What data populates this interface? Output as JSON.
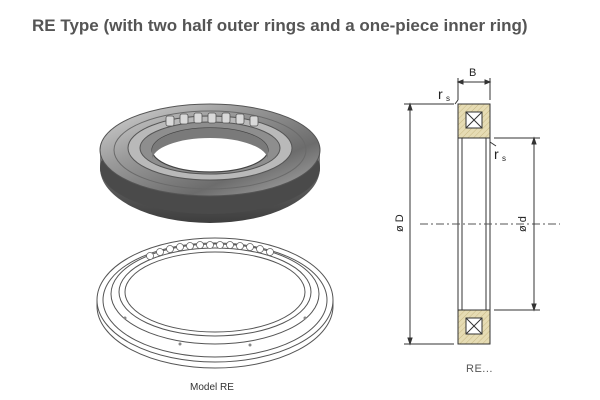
{
  "heading": {
    "title": "RE Type (with two half outer rings and a one-piece inner ring)"
  },
  "figures": {
    "caption": "Model RE",
    "model_code": "RE..."
  },
  "dimensions": {
    "width_label": "B",
    "chamfer_top": "r",
    "chamfer_top_sub": "s",
    "chamfer_inner": "r",
    "chamfer_inner_sub": "s",
    "outer_diameter": "ø D",
    "inner_diameter": "ø d"
  },
  "colors": {
    "ring_steel": "#8a8a8a",
    "section_fill": "#e2d6a8",
    "line": "#333333"
  }
}
